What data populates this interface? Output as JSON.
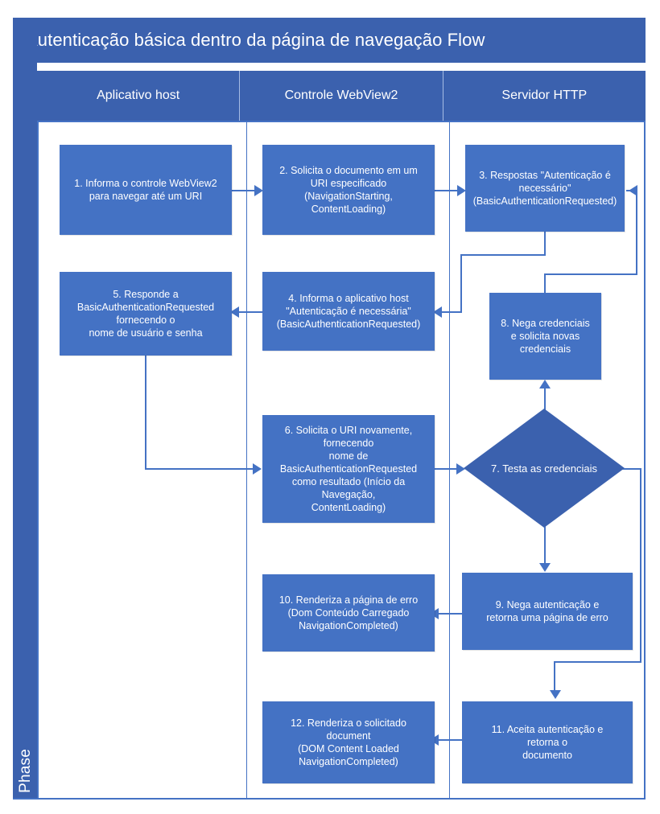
{
  "diagram": {
    "title": "Autenticação básica dentro da página de navegação Flow",
    "phase_label": "Phase",
    "colors": {
      "band": "#3B61AE",
      "node": "#4472C4",
      "decision": "#3B61AE",
      "connector": "#4472C4",
      "text": "#FFFFFF",
      "background": "#FFFFFF"
    },
    "lanes": [
      {
        "id": "host",
        "label": "Aplicativo host"
      },
      {
        "id": "webview2",
        "label": "Controle WebView2"
      },
      {
        "id": "server",
        "label": "Servidor HTTP"
      }
    ],
    "nodes": [
      {
        "id": "n1",
        "lane": "host",
        "shape": "process",
        "text": "1. Informa o controle WebView2\npara navegar até um URI"
      },
      {
        "id": "n2",
        "lane": "webview2",
        "shape": "process",
        "text": "2. Solicita o documento em um\nURI especificado\n(NavigationStarting,\nContentLoading)"
      },
      {
        "id": "n3",
        "lane": "server",
        "shape": "process",
        "text": "3. Respostas \"Autenticação é\nnecessário\"\n(BasicAuthenticationRequested)"
      },
      {
        "id": "n4",
        "lane": "webview2",
        "shape": "process",
        "text": "4. Informa o aplicativo host\n\"Autenticação é necessária\"\n(BasicAuthenticationRequested)"
      },
      {
        "id": "n5",
        "lane": "host",
        "shape": "process",
        "text": "5. Responde a\nBasicAuthenticationRequested\nfornecendo o\nnome de usuário e senha"
      },
      {
        "id": "n6",
        "lane": "webview2",
        "shape": "process",
        "text": "6. Solicita o URI novamente,\nfornecendo\nnome de\nBasicAuthenticationRequested\ncomo resultado (Início da Navegação,\nContentLoading)"
      },
      {
        "id": "n7",
        "lane": "server",
        "shape": "decision",
        "text": "7. Testa as credenciais"
      },
      {
        "id": "n8",
        "lane": "server",
        "shape": "process",
        "text": "8. Nega credenciais\ne solicita novas\ncredenciais"
      },
      {
        "id": "n9",
        "lane": "server",
        "shape": "process",
        "text": "9. Nega autenticação e\nretorna uma página de erro"
      },
      {
        "id": "n10",
        "lane": "webview2",
        "shape": "process",
        "text": "10. Renderiza a página de erro\n(Dom Conteúdo Carregado\nNavigationCompleted)"
      },
      {
        "id": "n11",
        "lane": "server",
        "shape": "process",
        "text": "11. Aceita autenticação e\nretorna o\ndocumento"
      },
      {
        "id": "n12",
        "lane": "webview2",
        "shape": "process",
        "text": "12. Renderiza o solicitado\ndocument\n(DOM Content Loaded\nNavigationCompleted)"
      }
    ],
    "edges": [
      {
        "id": "e1",
        "from": "n1",
        "to": "n2",
        "label": ""
      },
      {
        "id": "e2",
        "from": "n2",
        "to": "n3",
        "label": ""
      },
      {
        "id": "e3",
        "from": "n3",
        "to": "n4",
        "label": ""
      },
      {
        "id": "e4",
        "from": "n4",
        "to": "n5",
        "label": ""
      },
      {
        "id": "e5",
        "from": "n5",
        "to": "n6",
        "label": ""
      },
      {
        "id": "e6",
        "from": "n6",
        "to": "n7",
        "label": ""
      },
      {
        "id": "e7",
        "from": "n7",
        "to": "n8",
        "label": ""
      },
      {
        "id": "e8",
        "from": "n8",
        "to": "n3",
        "label": ""
      },
      {
        "id": "e9",
        "from": "n7",
        "to": "n9",
        "label": ""
      },
      {
        "id": "e10",
        "from": "n9",
        "to": "n10",
        "label": ""
      },
      {
        "id": "e11",
        "from": "n7",
        "to": "n11",
        "label": ""
      },
      {
        "id": "e12",
        "from": "n11",
        "to": "n12",
        "label": ""
      }
    ]
  }
}
